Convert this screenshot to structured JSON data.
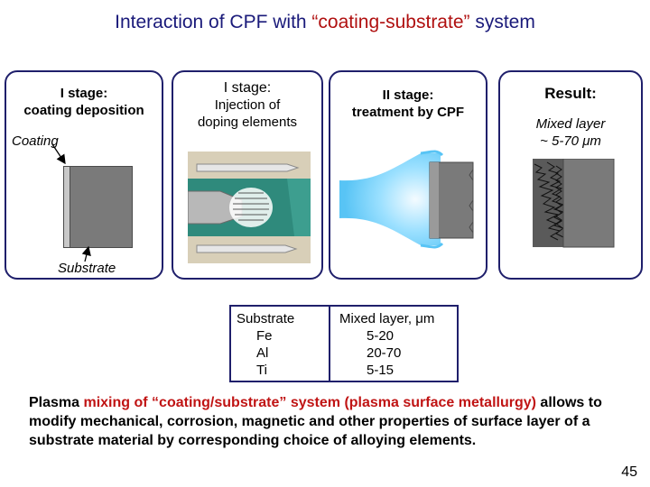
{
  "title": {
    "pre": "Interaction of CPF with ",
    "quoted": "“coating-substrate”",
    "post": " system"
  },
  "panels": [
    {
      "heading_line1": "I stage:",
      "heading_line2": "coating deposition",
      "label_top": "Coating",
      "label_bottom": "Substrate"
    },
    {
      "heading": "I stage:",
      "line1": "Injection of",
      "line2": "doping elements"
    },
    {
      "heading_line1": "II stage:",
      "heading_line2": "treatment by CPF"
    },
    {
      "heading": "Result:",
      "line1": "Mixed layer",
      "line2": "~ 5-70 μm"
    }
  ],
  "table": {
    "col1_header": "Substrate",
    "col2_header": "Mixed layer, μm",
    "rows": [
      {
        "substrate": "Fe",
        "mixed": "5-20"
      },
      {
        "substrate": "Al",
        "mixed": "20-70"
      },
      {
        "substrate": "Ti",
        "mixed": "5-15"
      }
    ]
  },
  "bottom": {
    "p1": "Plasma ",
    "p2": "mixing of “coating/substrate” system  (plasma surface metallurgy)",
    "p3": " allows to modify mechanical, corrosion, magnetic and other properties of surface layer of a substrate material by corresponding choice of alloying elements."
  },
  "page_number": "45",
  "colors": {
    "frame": "#1f1f6b",
    "title": "#1a1a7a",
    "accent_red": "#c01414",
    "block": "#7a7a7a",
    "plasma": "#7fd6ff"
  }
}
